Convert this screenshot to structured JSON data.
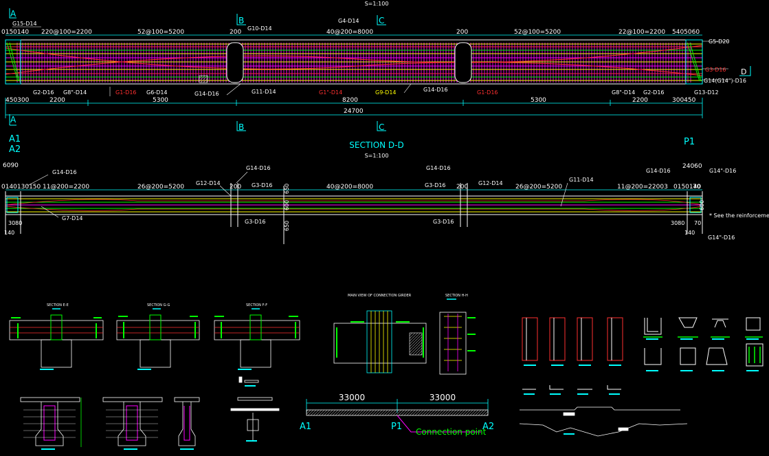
{
  "drawing": {
    "scale_top": "S=1:100",
    "scale_mid": "S=1:100",
    "section_dd_title": "SECTION D-D",
    "section_marks": {
      "a": "A",
      "b": "B",
      "c": "C",
      "d": "D"
    },
    "piers": {
      "a1": "A1",
      "a2": "A2",
      "p1": "P1"
    },
    "elevation_top_dims": [
      "220@100=2200",
      "52@100=5200",
      "200",
      "40@200=8000",
      "200",
      "52@100=5200",
      "22@100=2200",
      "5405060",
      "0150140"
    ],
    "elevation_bottom_dims": [
      "450300",
      "2200",
      "5300",
      "8200",
      "5300",
      "2200",
      "300450"
    ],
    "elevation_total": "24700",
    "elevation_labels": {
      "g15": "G15-D14",
      "g10": "G10-D14",
      "g4": "G4-D14",
      "g5": "G5-D20",
      "g3": "G3-D16",
      "g14r": "G14(G14\")-D16",
      "g13": "G13-D12",
      "g2l": "G2-D16",
      "g8l": "G8\"-D14",
      "g1l": "G1-D16",
      "g6": "G6-D14",
      "g14a": "G14-D16",
      "g11": "G11-D14",
      "g1c": "G1\"-D14",
      "g9": "G9-D14",
      "g14b": "G14-D16",
      "g1r": "G1-D16",
      "g8r": "G8\"-D14",
      "g2r": "G2-D16"
    },
    "section_top_dims": [
      "6090",
      "0140130150",
      "11@200=2200",
      "26@200=5200",
      "200",
      "40@200=8000",
      "200",
      "26@200=5200",
      "11@200=22003",
      "0150140",
      "70",
      "24060"
    ],
    "section_labels": {
      "g14l": "G14-D16",
      "g12l": "G12-D14",
      "g14c": "G14-D16",
      "g3a": "G3-D16",
      "g3b": "G3-D16",
      "g14d": "G14-D16",
      "g3c": "G3-D16",
      "g12r": "G12-D14",
      "g11": "G11-D14",
      "g14r": "G14-D16",
      "g14q": "G14\"-D16",
      "g7": "G7-D14",
      "g3e": "G3-D16",
      "g3f": "G3-D16",
      "g14bot": "G14\"-D16",
      "d650a": "650",
      "d600": "600",
      "d650b": "650",
      "d600r": "600",
      "d3080l": "3080",
      "d140l": "140",
      "d3080r": "3080",
      "d70r": "70",
      "d140r": "140"
    },
    "note": "* See the reinforcement",
    "small_titles": [
      "SECTION E-E",
      "SECTION G-G",
      "SECTION F-F",
      "MAIN VIEW OF CONNECTION GIRDER",
      "SECTION H-H"
    ],
    "span_1": "33000",
    "span_2": "33000",
    "connection_point": "Connection point"
  },
  "colors": {
    "magenta": "#ff00ff",
    "cyan": "#00ffff",
    "green": "#00ff00",
    "yellow": "#ffff00",
    "red": "#ff3030",
    "white": "#ffffff"
  }
}
